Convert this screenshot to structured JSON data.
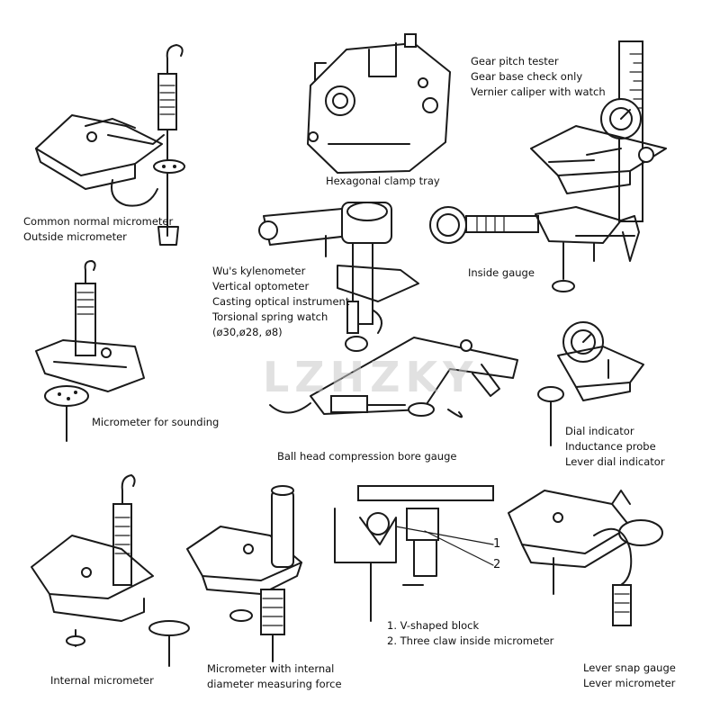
{
  "labels": {
    "common_normal_micrometer": [
      "Common normal micrometer",
      "Outside micrometer"
    ],
    "hexagonal_clamp_tray": [
      "Hexagonal clamp tray"
    ],
    "gear_pitch_tester": [
      "Gear pitch tester",
      "Gear base check only",
      "Vernier caliper with watch"
    ],
    "wus_kylenometer": [
      "Wu's kylenometer",
      "Vertical optometer",
      "Casting optical instrument",
      "Torsional spring watch",
      "(ø30,ø28, ø8)"
    ],
    "inside_gauge": [
      "Inside gauge"
    ],
    "micrometer_for_sounding": [
      "Micrometer for sounding"
    ],
    "ball_head_compression_bore_gauge": [
      "Ball head compression bore gauge"
    ],
    "dial_indicator": [
      "Dial indicator",
      "Inductance probe",
      "Lever dial indicator"
    ],
    "internal_micrometer": [
      "Internal micrometer"
    ],
    "micrometer_internal_diameter": [
      "Micrometer with internal",
      "diameter measuring force"
    ],
    "v_block_legend": [
      "1. V-shaped block",
      "2. Three claw inside micrometer"
    ],
    "lever_snap_gauge": [
      "Lever snap gauge",
      "Lever micrometer"
    ]
  },
  "callouts": {
    "one": "1",
    "two": "2"
  },
  "watermark": "LZHZKY"
}
